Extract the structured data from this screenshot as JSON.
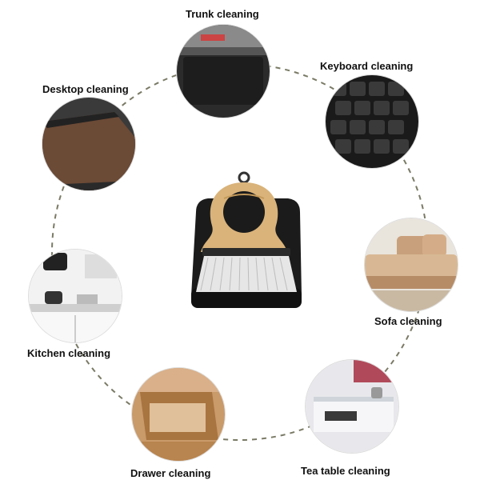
{
  "uses": [
    {
      "id": "trunk",
      "label": "Trunk cleaning",
      "icon": "trunk-photo"
    },
    {
      "id": "keyboard",
      "label": "Keyboard cleaning",
      "icon": "keyboard-photo"
    },
    {
      "id": "sofa",
      "label": "Sofa cleaning",
      "icon": "sofa-photo"
    },
    {
      "id": "tea-table",
      "label": "Tea table cleaning",
      "icon": "tea-table-photo"
    },
    {
      "id": "drawer",
      "label": "Drawer cleaning",
      "icon": "drawer-photo"
    },
    {
      "id": "kitchen",
      "label": "Kitchen cleaning",
      "icon": "kitchen-photo"
    },
    {
      "id": "desktop",
      "label": "Desktop cleaning",
      "icon": "desktop-photo"
    }
  ],
  "product": {
    "icon": "brush-dustpan-illustration"
  },
  "colors": {
    "ring": "#7a7a66",
    "bamboo": "#d9b37a",
    "plastic": "#1b1b1b",
    "bristle": "#e6e6e6"
  }
}
